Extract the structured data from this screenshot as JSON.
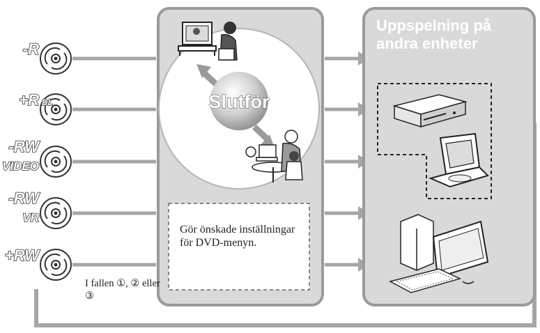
{
  "discs": [
    {
      "id": "dvd-r",
      "line1": "-R",
      "line2": ""
    },
    {
      "id": "dvd-plus-r-dl",
      "line1": "+R",
      "line2": "DL"
    },
    {
      "id": "dvd-rw-video",
      "line1": "-RW",
      "line2": "VIDEO"
    },
    {
      "id": "dvd-rw-vr",
      "line1": "-RW",
      "line2": "VR"
    },
    {
      "id": "dvd-plus-rw",
      "line1": "+RW",
      "line2": ""
    }
  ],
  "center": {
    "finalize_label": "Slutför",
    "dvd_menu_note": "Gör önskade inställningar för DVD-menyn."
  },
  "case_note": "I fallen ①, ② eller ③",
  "right_panel": {
    "title_line1": "Uppspelning på",
    "title_line2": "andra enheter"
  },
  "icons": [
    "disc-icon",
    "tv-viewer-icon",
    "laptop-family-icon",
    "dvd-player-icon",
    "portable-dvd-player-icon",
    "desktop-computer-icon"
  ],
  "colors": {
    "panel_fill": "#d9d9d9",
    "panel_border": "#9a9a9a",
    "arrow": "#a6a6a6",
    "title_panel_fill": "#b8b8b8"
  }
}
